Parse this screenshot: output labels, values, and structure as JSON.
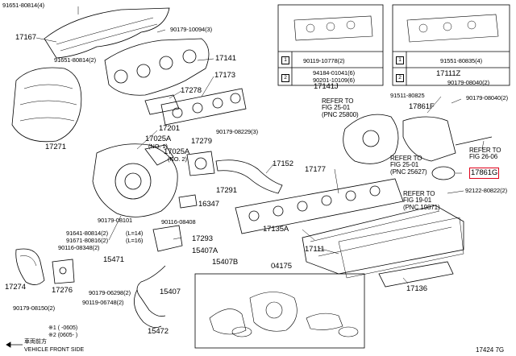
{
  "title": "",
  "figure_id": "17424 7G",
  "labels": {
    "p91651_80814_4": "91651-80814(4)",
    "p90179_10094_3": "90179-10094(3)",
    "p17167": "17167",
    "p91651_80814_2": "91651-80814(2)",
    "p17141": "17141",
    "p17278": "17278",
    "p17173": "17173",
    "p17271": "17271",
    "p17201": "17201",
    "p17025A_1": "17025A",
    "p17025A_2": "17025A",
    "p17279": "17279",
    "p90179_08229_3": "90179-08229(3)",
    "p17152": "17152",
    "p17177": "17177",
    "p17291": "17291",
    "p16347": "16347",
    "p90179_08101": "90179-08101",
    "p90116_08408": "90116-08408",
    "p91641_80814_2": "91641-80814(2)",
    "p91671_80816_2": "91671-80816(2)",
    "p90116_08348_2": "90116-08348(2)",
    "p17293": "17293",
    "p15407A": "15407A",
    "p15471": "15471",
    "p15407B": "15407B",
    "p17274": "17274",
    "p17276": "17276",
    "p90179_06298_2": "90179-06298(2)",
    "p15407": "15407",
    "p90119_06748_2": "90119-06748(2)",
    "p90179_08150_2": "90179-08150(2)",
    "p15472": "15472",
    "p04175": "04175",
    "p90119_10778_2": "90119-10778(2)",
    "p94184_01041_6": "94184-01041(6)",
    "p90201_10109_6": "90201-10109(6)",
    "p17141J": "17141J",
    "p91551_80835_4": "91551-80835(4)",
    "p17111Z": "17111Z",
    "p90179_08040_2a": "90179-08040(2)",
    "p91511_80825": "91511-80825",
    "p90179_08040_2b": "90179-08040(2)",
    "p17861F": "17861F",
    "p17861G": "17861G",
    "p92122_80822_2": "92122-80822(2)",
    "p17135A": "17135A",
    "p17111": "17111",
    "p17136": "17136",
    "ref1_line1": "REFER TO",
    "ref1_line2": "FIG 25-01",
    "ref1_line3": "(PNC 25800)",
    "ref2_line1": "REFER TO",
    "ref2_line2": "FIG 25-01",
    "ref2_line3": "(PNC 25627)",
    "ref3_line1": "REFER TO",
    "ref3_line2": "FIG 19-01",
    "ref3_line3": "(PNC 19871)",
    "ref4_line1": "REFER TO",
    "ref4_line2": "FIG 26-06",
    "note_l16": "(L=16)",
    "note_l14": "(L=14)",
    "note_no1": "(NO. 1)",
    "note_no2": "(NO. 2)"
  },
  "inset": {
    "row1_num": "1",
    "row2_num": "2",
    "circle_num": "2"
  },
  "legend": {
    "line1_mark": "※1",
    "line1_text": "(    -0605)",
    "line2_mark": "※2",
    "line2_text": "(0605-    )",
    "vehicle_front_jp": "車両前方",
    "vehicle_front": "VEHICLE FRONT SIDE"
  }
}
